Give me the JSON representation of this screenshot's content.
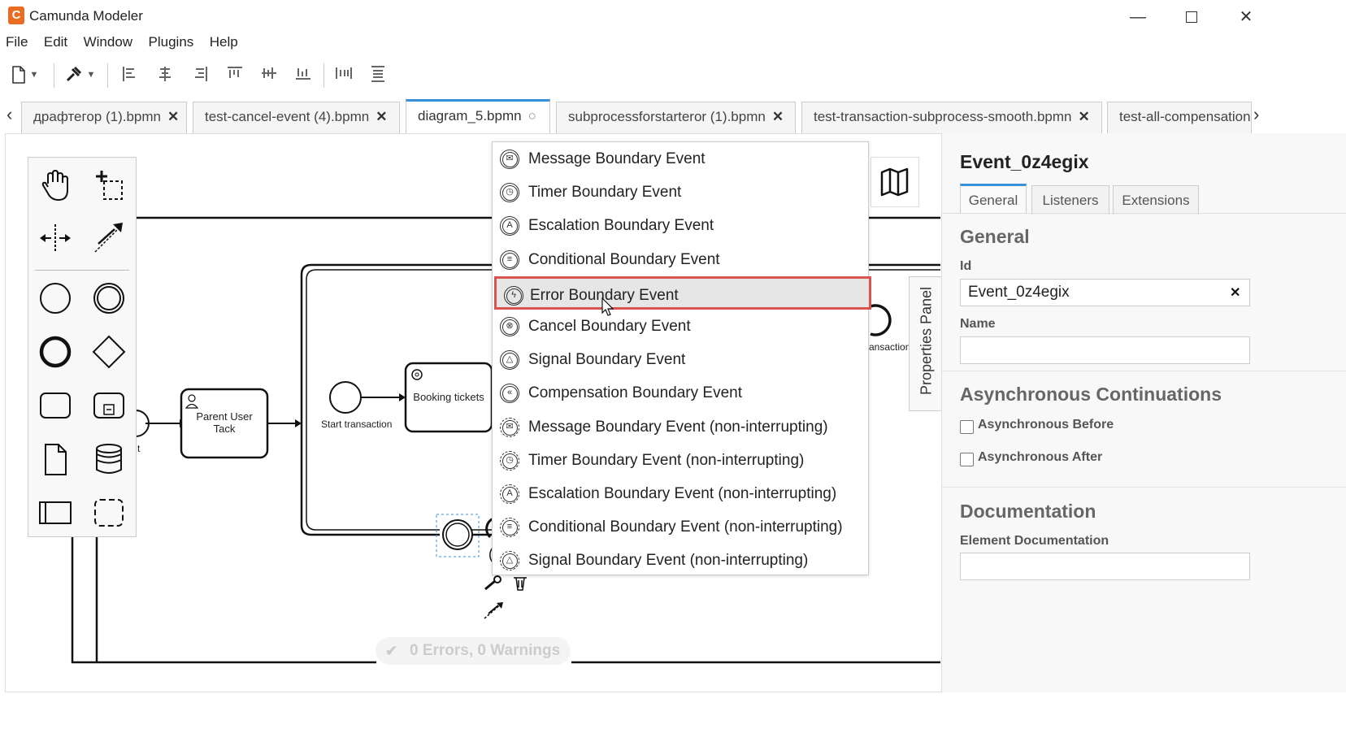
{
  "window": {
    "title": "Camunda Modeler",
    "logo": "C"
  },
  "menu": [
    "File",
    "Edit",
    "Window",
    "Plugins",
    "Help"
  ],
  "tabs": [
    {
      "label": "драфтегор (1).bpmn",
      "close": "✕"
    },
    {
      "label": "test-cancel-event (4).bpmn",
      "close": "✕"
    },
    {
      "label": "diagram_5.bpmn",
      "close": "○"
    },
    {
      "label": "subprocessforstarteror (1).bpmn",
      "close": "✕"
    },
    {
      "label": "test-transaction-subprocess-smooth.bpmn",
      "close": "✕"
    },
    {
      "label": "test-all-compensation",
      "close": ""
    }
  ],
  "tab_nav": {
    "left": "‹",
    "right": "›"
  },
  "diagram": {
    "parent_task": "Parent User Tack",
    "booking_task": "Booking tickets",
    "start_transaction": "Start transaction",
    "transaction_fragment": "ansaction",
    "start_fragment": "t"
  },
  "popup": {
    "items": [
      {
        "label": "Message Boundary Event",
        "glyph": "✉",
        "dashed": false
      },
      {
        "label": "Timer Boundary Event",
        "glyph": "◷",
        "dashed": false
      },
      {
        "label": "Escalation Boundary Event",
        "glyph": "A",
        "dashed": false
      },
      {
        "label": "Conditional Boundary Event",
        "glyph": "≡",
        "dashed": false
      },
      {
        "label": "Error Boundary Event",
        "glyph": "ϟ",
        "dashed": false
      },
      {
        "label": "Cancel Boundary Event",
        "glyph": "⊗",
        "dashed": false
      },
      {
        "label": "Signal Boundary Event",
        "glyph": "△",
        "dashed": false
      },
      {
        "label": "Compensation Boundary Event",
        "glyph": "«",
        "dashed": false
      },
      {
        "label": "Message Boundary Event (non-interrupting)",
        "glyph": "✉",
        "dashed": true
      },
      {
        "label": "Timer Boundary Event (non-interrupting)",
        "glyph": "◷",
        "dashed": true
      },
      {
        "label": "Escalation Boundary Event (non-interrupting)",
        "glyph": "A",
        "dashed": true
      },
      {
        "label": "Conditional Boundary Event (non-interrupting)",
        "glyph": "≡",
        "dashed": true
      },
      {
        "label": "Signal Boundary Event (non-interrupting)",
        "glyph": "△",
        "dashed": true
      }
    ],
    "highlighted_index": 4
  },
  "properties": {
    "title": "Event_0z4egix",
    "toggle_label": "Properties Panel",
    "tabs": [
      "General",
      "Listeners",
      "Extensions"
    ],
    "general_heading": "General",
    "id_label": "Id",
    "id_value": "Event_0z4egix",
    "clear_glyph": "✕",
    "name_label": "Name",
    "name_value": "",
    "async_heading": "Asynchronous Continuations",
    "async_before": "Asynchronous Before",
    "async_after": "Asynchronous After",
    "doc_heading": "Documentation",
    "doc_label": "Element Documentation",
    "doc_value": ""
  },
  "status": {
    "text": "0 Errors, 0 Warnings",
    "icon": "check-icon"
  },
  "colors": {
    "accent": "#3a8fd9",
    "highlight_border": "#d9534f",
    "logo": "#e86c24"
  }
}
